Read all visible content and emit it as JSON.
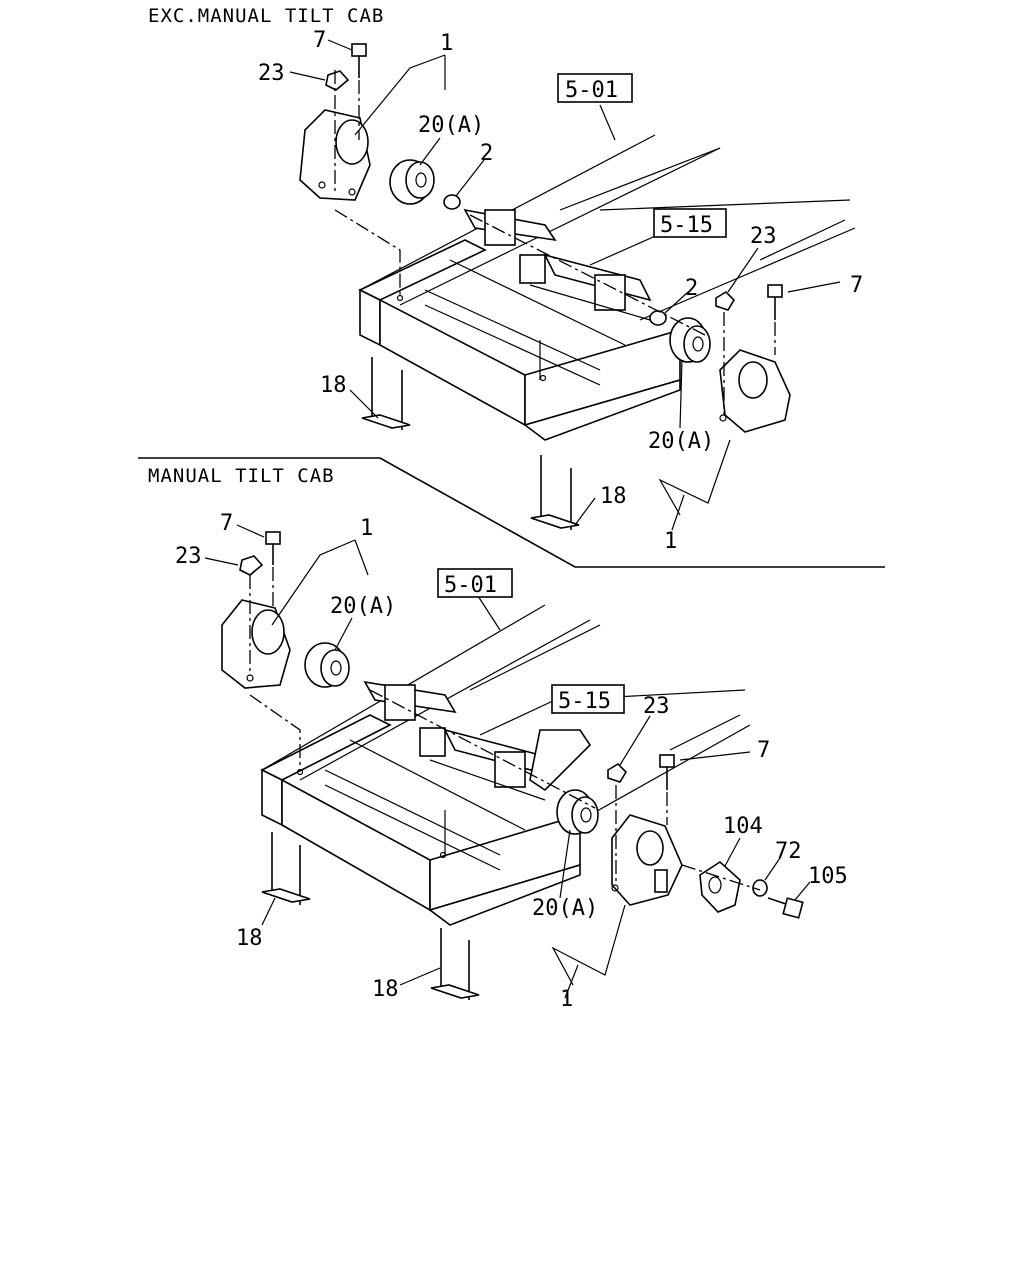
{
  "sections": {
    "top_title": "EXC.MANUAL TILT CAB",
    "bottom_title": "MANUAL TILT CAB"
  },
  "references": {
    "ref_501": "5-01",
    "ref_515": "5-15"
  },
  "callouts": {
    "part_1": "1",
    "part_2": "2",
    "part_7": "7",
    "part_18": "18",
    "part_20a": "20(A)",
    "part_23": "23",
    "part_72": "72",
    "part_104": "104",
    "part_105": "105"
  }
}
